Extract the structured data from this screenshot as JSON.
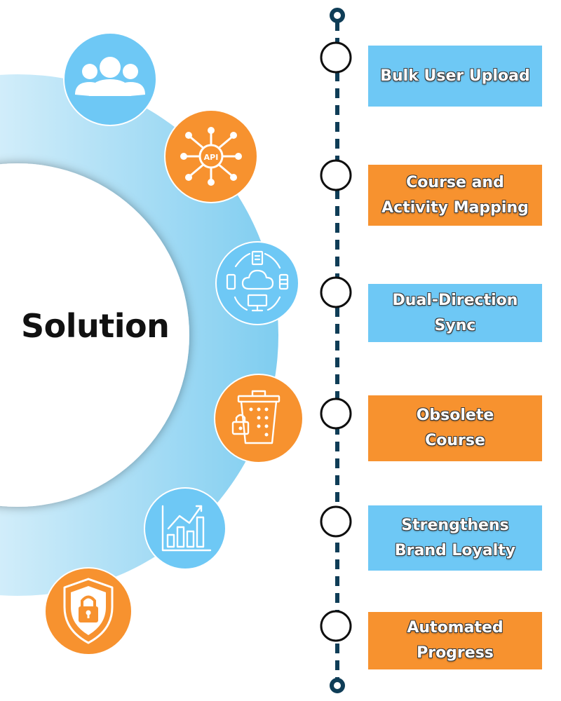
{
  "title": "Solution",
  "colors": {
    "blue": "#6ec8f5",
    "orange": "#f7922f",
    "navy": "#0f3d57",
    "gradient_light": "#eef8fd",
    "gradient_mid": "#a9dcf3"
  },
  "icons": [
    {
      "name": "users-icon",
      "color": "blue"
    },
    {
      "name": "api-network-icon",
      "color": "orange",
      "label": "API"
    },
    {
      "name": "cloud-sync-icon",
      "color": "blue"
    },
    {
      "name": "trash-lock-icon",
      "color": "orange"
    },
    {
      "name": "bar-chart-icon",
      "color": "blue"
    },
    {
      "name": "shield-lock-icon",
      "color": "orange"
    }
  ],
  "steps": [
    {
      "lines": [
        "Bulk User Upload"
      ],
      "color": "#6ec8f5"
    },
    {
      "lines": [
        "Course and",
        "Activity Mapping"
      ],
      "color": "#f7922f"
    },
    {
      "lines": [
        "Dual-Direction",
        "Sync"
      ],
      "color": "#6ec8f5"
    },
    {
      "lines": [
        "Obsolete",
        "Course"
      ],
      "color": "#f7922f"
    },
    {
      "lines": [
        "Strengthens",
        "Brand Loyalty"
      ],
      "color": "#6ec8f5"
    },
    {
      "lines": [
        "Automated",
        "Progress"
      ],
      "color": "#f7922f"
    }
  ]
}
